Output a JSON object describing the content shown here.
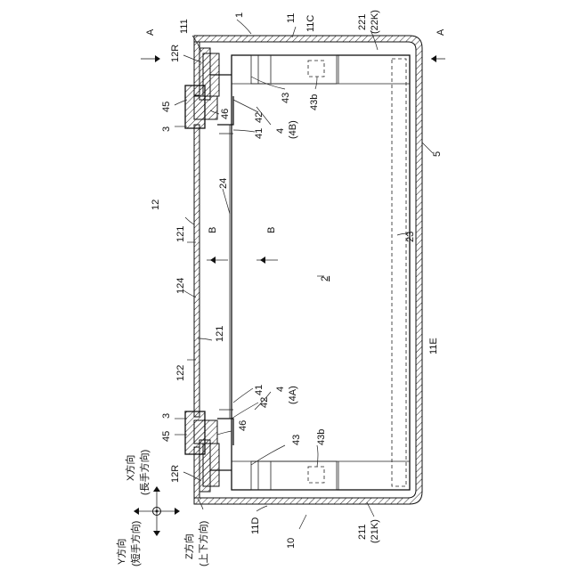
{
  "labels": {
    "l_1": "1",
    "l_11": "11",
    "l_11C": "11C",
    "l_221": "221",
    "l_22K": "(22K)",
    "l_A_top": "A",
    "l_A_bottom": "A",
    "l_111": "111",
    "l_12R_top": "12R",
    "l_43_top": "43",
    "l_43b_top": "43b",
    "l_42_top": "42",
    "l_45_top": "45",
    "l_46_top": "46",
    "l_3_top": "3",
    "l_41_top": "41",
    "l_4_top": "4",
    "l_4B": "(4B)",
    "l_5": "5",
    "l_24": "24",
    "l_12": "12",
    "l_121_a": "121",
    "l_B_left": "B",
    "l_B_right": "B",
    "l_23": "23",
    "l_124": "124",
    "l_2": "2",
    "l_121_b": "121",
    "l_11E": "11E",
    "l_122": "122",
    "l_3_bot": "3",
    "l_41_bot": "41",
    "l_4_bot": "4",
    "l_4A": "(4A)",
    "l_42_bot": "42",
    "l_45_bot": "45",
    "l_46_bot": "46",
    "l_43_bot": "43",
    "l_43b_bot": "43b",
    "l_X_dir": "X方向",
    "l_X_dir_sub": "(長手方向)",
    "l_12R_bot": "12R",
    "l_Y_dir": "Y方向",
    "l_Y_dir_sub": "(短手方向)",
    "l_Z_dir": "Z方向",
    "l_Z_dir_sub": "(上下方向)",
    "l_11D": "11D",
    "l_211": "211",
    "l_21K": "(21K)",
    "l_10": "10"
  }
}
